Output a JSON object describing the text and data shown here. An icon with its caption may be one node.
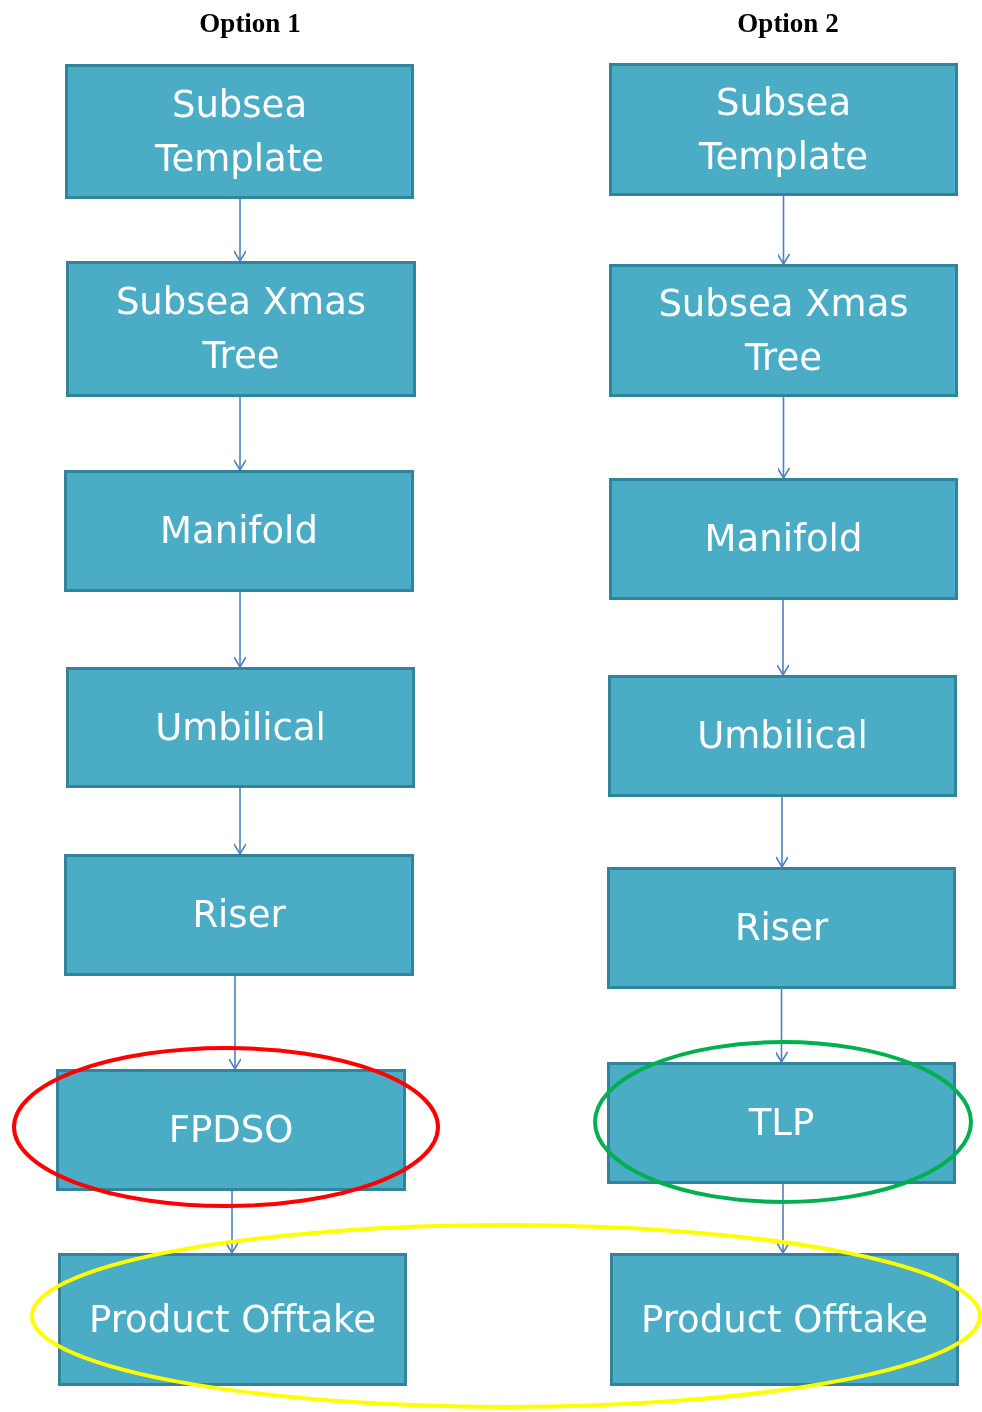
{
  "diagram": {
    "nodes": [
      {
        "text": [
          "Subsea Template"
        ]
      },
      {
        "text": [
          "Subsea Xmas Tree"
        ]
      },
      {
        "text": [
          "Manifold"
        ]
      },
      {
        "text": [
          "Umbilical"
        ]
      },
      {
        "text": [
          "Riser"
        ]
      },
      {
        "text": [
          "FPDSO"
        ]
      },
      {
        "text": [
          "Product Offtake"
        ]
      },
      {
        "text": [
          "Subsea Template"
        ]
      },
      {
        "text": [
          "Subsea Xmas Tree"
        ]
      },
      {
        "text": [
          "Manifold"
        ]
      },
      {
        "text": [
          "Umbilical"
        ]
      },
      {
        "text": [
          "Riser"
        ]
      },
      {
        "text": [
          "TLP"
        ]
      },
      {
        "text": [
          "Product Offtake"
        ]
      }
    ],
    "edges": [
      {
        "from": 0,
        "to": 1,
        "arrow": "to"
      },
      {
        "from": 1,
        "to": 2,
        "arrow": "to"
      },
      {
        "from": 2,
        "to": 3,
        "arrow": "to"
      },
      {
        "from": 3,
        "to": 4,
        "arrow": "to"
      },
      {
        "from": 4,
        "to": 5,
        "arrow": "to"
      },
      {
        "from": 5,
        "to": 6,
        "arrow": "to"
      },
      {
        "from": 7,
        "to": 8,
        "arrow": "to"
      },
      {
        "from": 8,
        "to": 9,
        "arrow": "to"
      },
      {
        "from": 9,
        "to": 10,
        "arrow": "to"
      },
      {
        "from": 10,
        "to": 11,
        "arrow": "to"
      },
      {
        "from": 11,
        "to": 12,
        "arrow": "to"
      },
      {
        "from": 12,
        "to": 13,
        "arrow": "to"
      }
    ],
    "labels": [
      "Option 1",
      "Option 2"
    ]
  }
}
